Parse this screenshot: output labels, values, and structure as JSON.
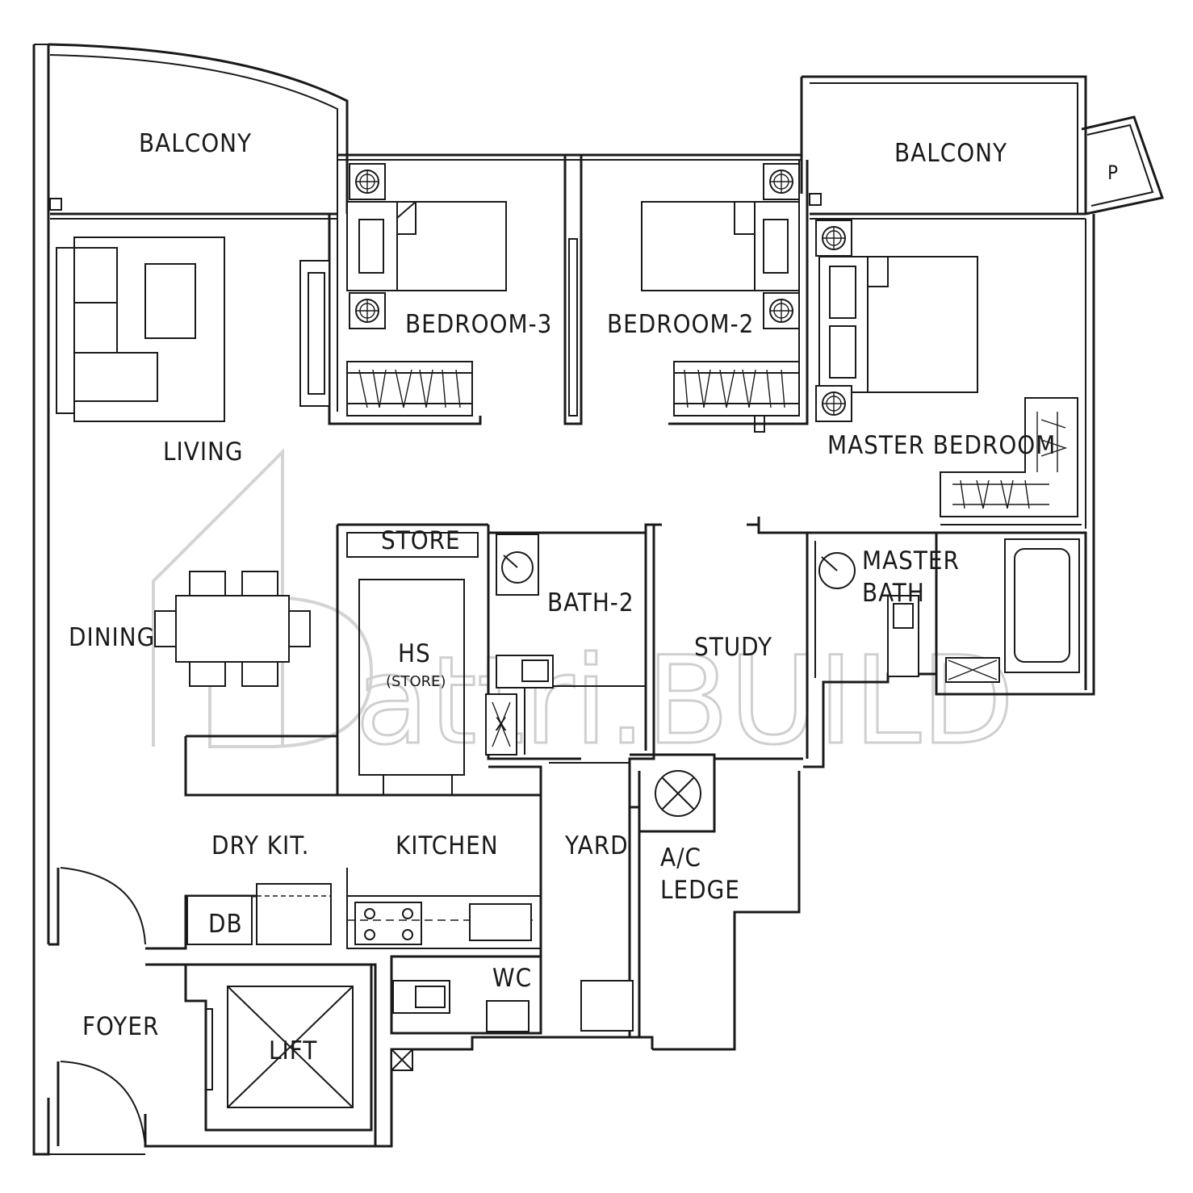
{
  "labels": {
    "balcony_left": "BALCONY",
    "balcony_right": "BALCONY",
    "planter": "P",
    "bedroom3": "BEDROOM-3",
    "bedroom2": "BEDROOM-2",
    "master_bedroom": "MASTER BEDROOM",
    "living": "LIVING",
    "dining": "DINING",
    "store": "STORE",
    "hs": "HS",
    "hs_sub": "(STORE)",
    "bath2": "BATH-2",
    "study": "STUDY",
    "master_bath_1": "MASTER",
    "master_bath_2": "BATH",
    "dry_kit": "DRY KIT.",
    "kitchen": "KITCHEN",
    "yard": "YARD",
    "ac_ledge_1": "A/C",
    "ac_ledge_2": "LEDGE",
    "db": "DB",
    "wc": "WC",
    "foyer": "FOYER",
    "lift": "LIFT",
    "shower_x": "X"
  },
  "watermark": "attri.BUILD",
  "colors": {
    "line": "#1a1a1a",
    "watermark": "#cfcfcf",
    "background": "#ffffff"
  }
}
